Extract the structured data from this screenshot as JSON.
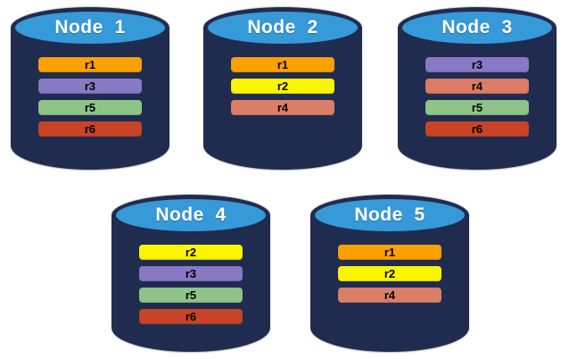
{
  "diagram": {
    "kind": "database-replication-diagram",
    "colors": {
      "cylinder_body": "#202C4F",
      "cylinder_top": "#3699D8",
      "title_text": "#FFFFFF",
      "bar_text": "#000000",
      "background": "#FFFFFF",
      "replica_palette": {
        "r1": "#FCA102",
        "r2": "#FBF500",
        "r3": "#8879C5",
        "r4": "#DB7E68",
        "r5": "#8EC487",
        "r6": "#C94327"
      }
    },
    "nodes": [
      {
        "title": "Node  1",
        "replicas": [
          {
            "label": "r1",
            "color": "#FCA102"
          },
          {
            "label": "r3",
            "color": "#8879C5"
          },
          {
            "label": "r5",
            "color": "#8EC487"
          },
          {
            "label": "r6",
            "color": "#C94327"
          }
        ]
      },
      {
        "title": "Node  2",
        "replicas": [
          {
            "label": "r1",
            "color": "#FCA102"
          },
          {
            "label": "r2",
            "color": "#FBF500"
          },
          {
            "label": "r4",
            "color": "#DB7E68"
          }
        ]
      },
      {
        "title": "Node  3",
        "replicas": [
          {
            "label": "r3",
            "color": "#8879C5"
          },
          {
            "label": "r4",
            "color": "#DE7B64"
          },
          {
            "label": "r5",
            "color": "#8EC487"
          },
          {
            "label": "r6",
            "color": "#C94327"
          }
        ]
      },
      {
        "title": "Node  4",
        "replicas": [
          {
            "label": "r2",
            "color": "#FBF500"
          },
          {
            "label": "r3",
            "color": "#8879C5"
          },
          {
            "label": "r5",
            "color": "#8EC487"
          },
          {
            "label": "r6",
            "color": "#C94327"
          }
        ]
      },
      {
        "title": "Node  5",
        "replicas": [
          {
            "label": "r1",
            "color": "#FCA102"
          },
          {
            "label": "r2",
            "color": "#FBF500"
          },
          {
            "label": "r4",
            "color": "#DB7E68"
          }
        ]
      }
    ]
  }
}
